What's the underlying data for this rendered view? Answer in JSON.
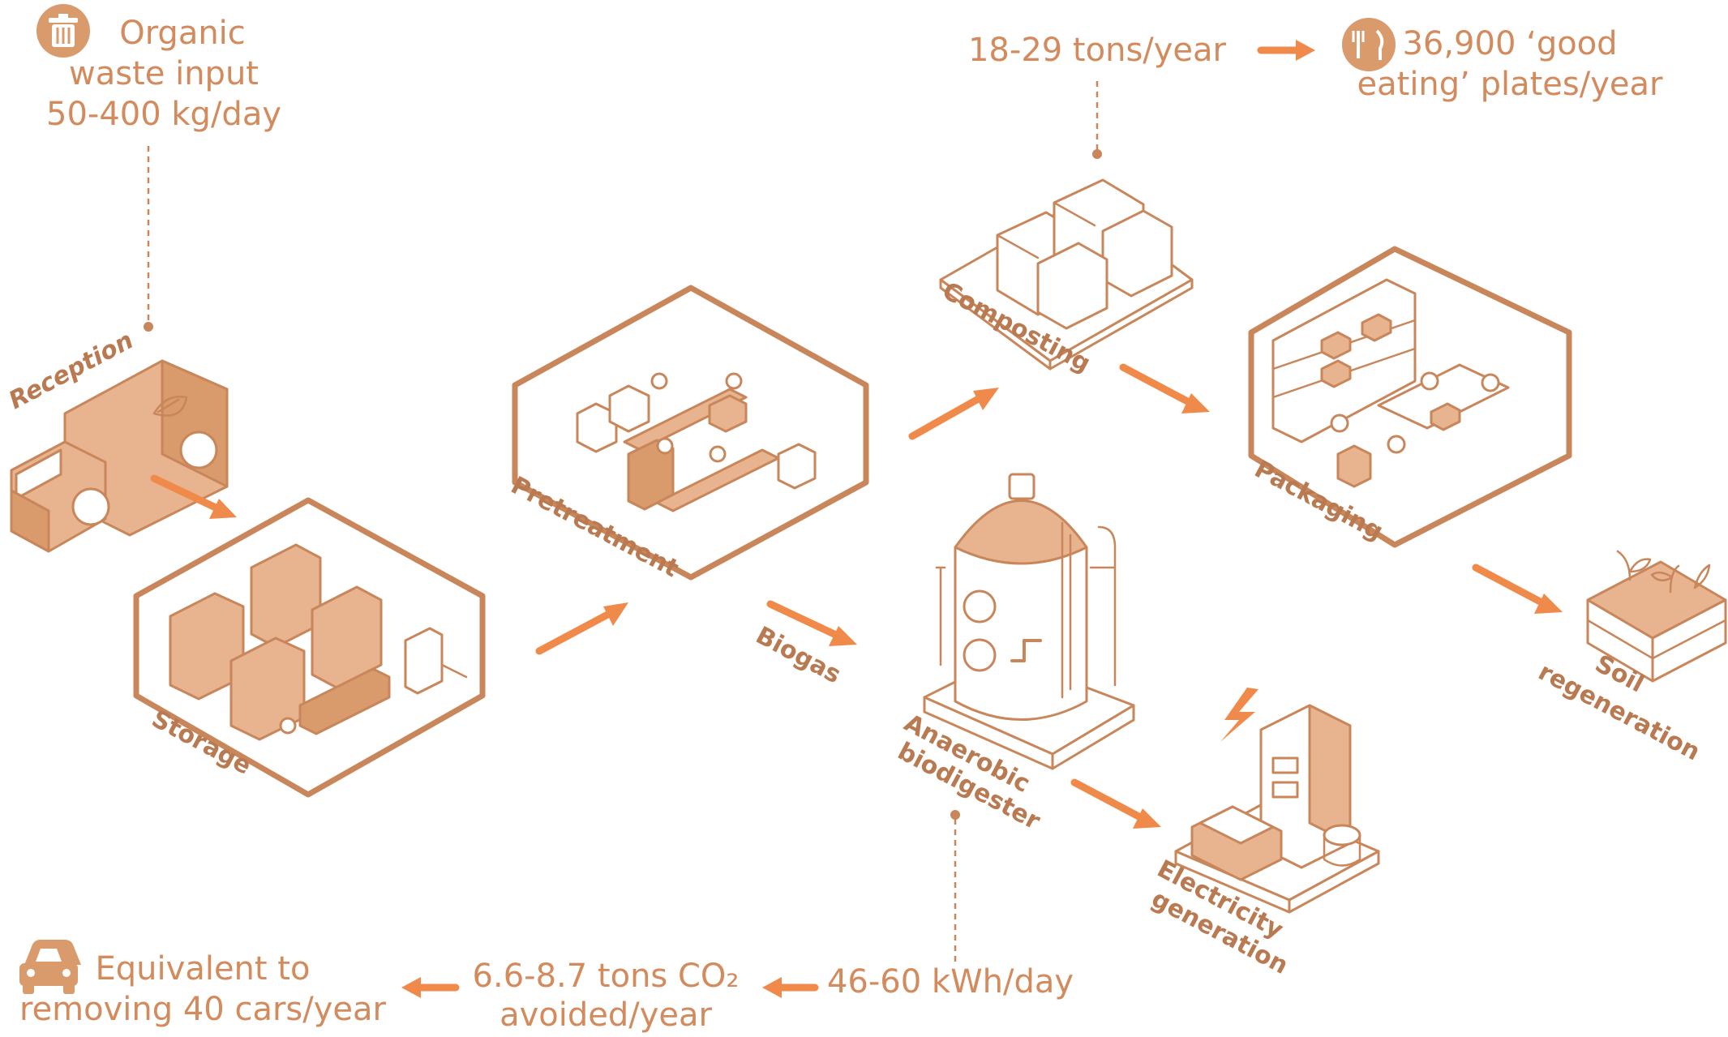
{
  "stats": {
    "organic_input": [
      "Organic",
      "waste input",
      "50-400 kg/day"
    ],
    "compost_output": "18-29 tons/year",
    "plates": [
      "36,900 ‘good",
      "eating’ plates/year"
    ],
    "energy": "46-60 kWh/day",
    "co2": [
      "6.6-8.7 tons CO₂",
      "avoided/year"
    ],
    "cars": [
      "Equivalent to",
      "removing 40 cars/year"
    ]
  },
  "stages": {
    "reception": "Reception",
    "storage": "Storage",
    "pretreatment": "Pretreatment",
    "composting": "Composting",
    "packaging": "Packaging",
    "biogas": "Biogas",
    "biodigester": [
      "Anaerobic",
      "biodigester"
    ],
    "electricity": [
      "Electricity",
      "generation"
    ],
    "soil": [
      "Soil",
      "regeneration"
    ]
  },
  "icons": {
    "input": "trash-icon",
    "plates": "fork-knife-icon",
    "cars": "car-icon",
    "electricity": "lightning-icon"
  },
  "colors": {
    "line": "#c8865a",
    "arrow": "#f08a4b",
    "text": "#d38a5c",
    "fill": "#e8b48f"
  }
}
